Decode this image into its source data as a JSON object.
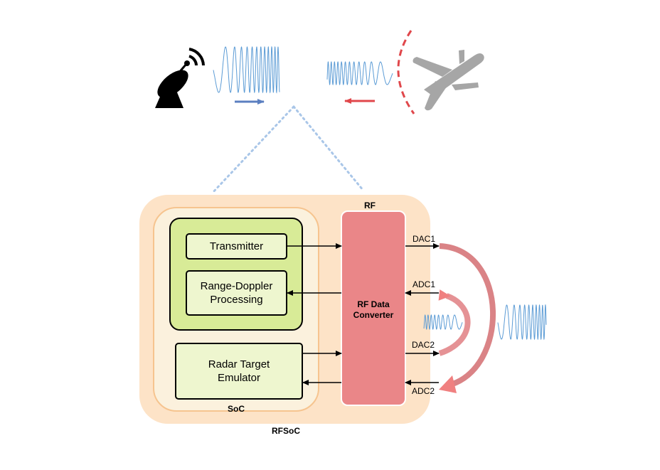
{
  "diagram": {
    "outer_label": "RFSoC",
    "soc_label": "SoC",
    "rf_label": "RF",
    "blocks": {
      "transmitter": "Transmitter",
      "range_doppler": "Range-Doppler\nProcessing",
      "radar_target_emulator": "Radar Target\nEmulator",
      "rf_data_converter": "RF Data\nConverter"
    },
    "ports": {
      "dac1": "DAC1",
      "adc1": "ADC1",
      "dac2": "DAC2",
      "adc2": "ADC2"
    },
    "icons": [
      "radar-dish-icon",
      "airplane-icon",
      "transmit-wave-icon",
      "echo-wave-icon",
      "loopback-wave-icon"
    ],
    "colors": {
      "rfsoc_fill": "#fde3c7",
      "soc_fill": "#fbf1dd",
      "processing_group_fill": "#d8eb97",
      "block_fill": "#eef6cf",
      "rf_converter_fill": "#ea8688",
      "wave": "#5b9bd5",
      "transmit_arrow": "#5b7fc0",
      "return_arrow": "#e0474b",
      "dotted_connector": "#a9c6e8",
      "airplane": "#a6a6a6"
    }
  }
}
